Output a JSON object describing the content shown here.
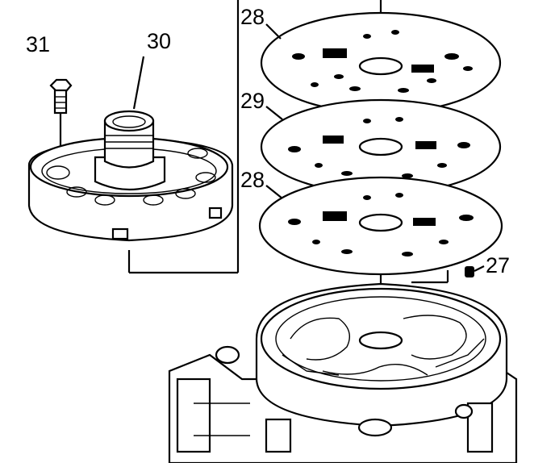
{
  "callouts": {
    "c31": "31",
    "c30": "30",
    "c28_top": "28",
    "c29": "29",
    "c28_bottom": "28",
    "c27": "27"
  },
  "colors": {
    "ink": "#000000",
    "paper": "#ffffff"
  }
}
